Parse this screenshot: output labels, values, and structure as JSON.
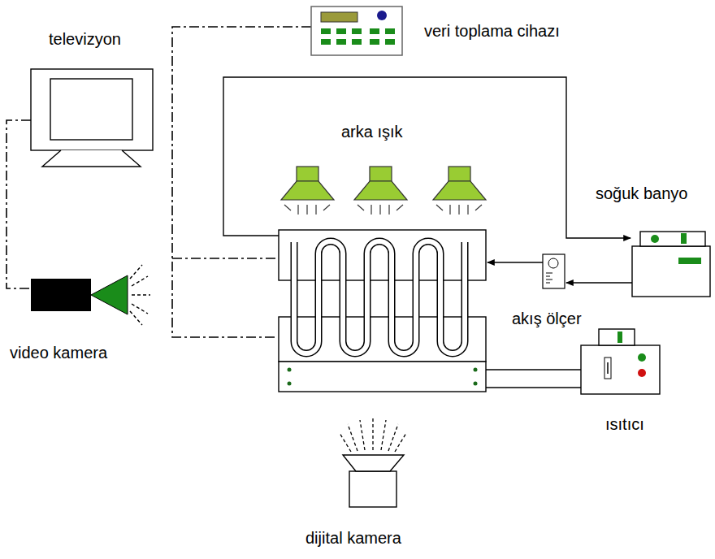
{
  "diagram": {
    "labels": [
      "veri toplama cihazı",
      "televizyon",
      "arka ışık",
      "soğuk banyo",
      "akış ölçer",
      "video kamera",
      "ısıtıcı",
      "dijital kamera"
    ]
  }
}
